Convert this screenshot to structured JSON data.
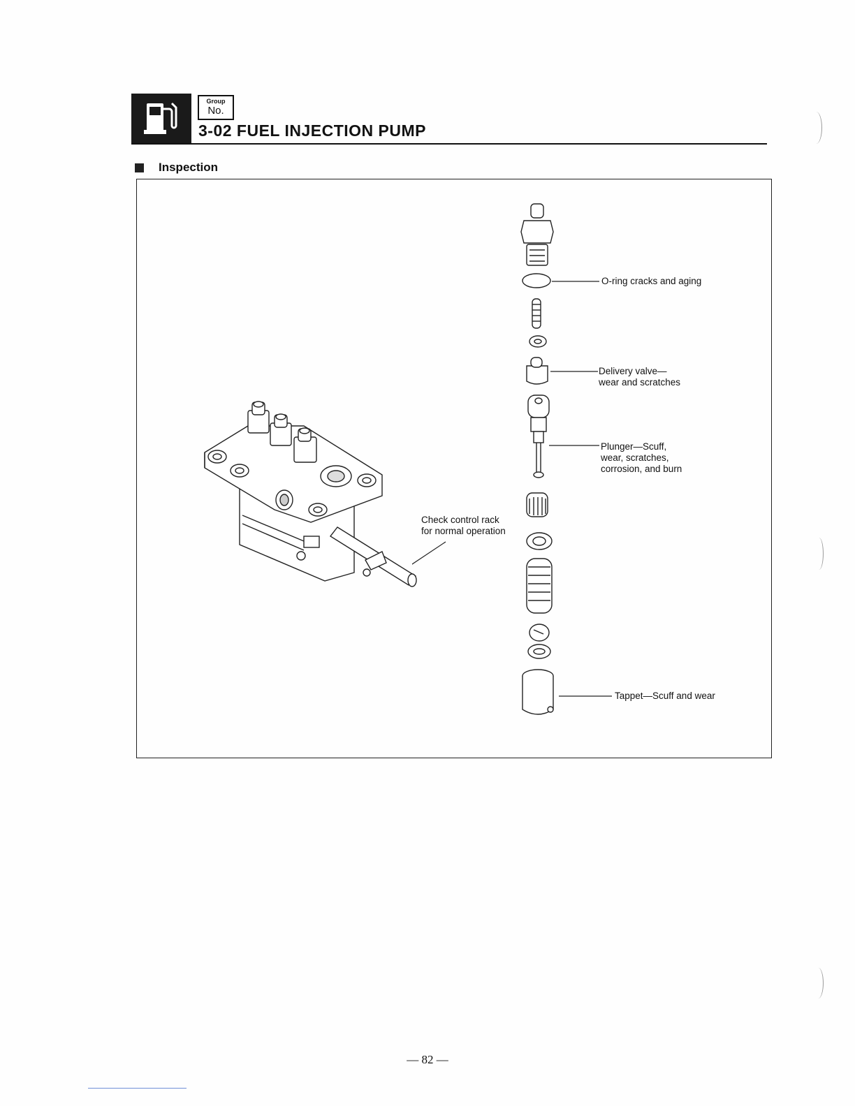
{
  "header": {
    "group_label_top": "Group",
    "group_label_bottom": "No.",
    "section_title": "3-02 FUEL INJECTION PUMP",
    "icon": "fuel-pump-icon"
  },
  "section": {
    "heading": "Inspection"
  },
  "figure": {
    "labels": {
      "oring": "O-ring cracks and aging",
      "delivery_valve_1": "Delivery valve—",
      "delivery_valve_2": "wear and scratches",
      "plunger_1": "Plunger—Scuff,",
      "plunger_2": "wear, scratches,",
      "plunger_3": "corrosion, and burn",
      "control_rack_1": "Check control rack",
      "control_rack_2": "for normal operation",
      "tappet": "Tappet—Scuff and wear"
    }
  },
  "footer": {
    "page_number": "— 82 —"
  }
}
